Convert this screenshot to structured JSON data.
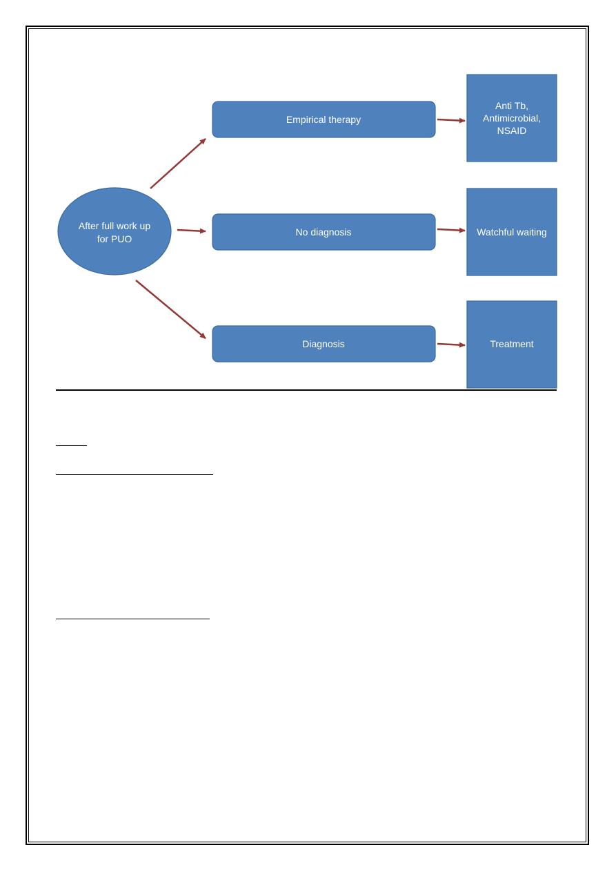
{
  "flowchart": {
    "start": {
      "line1": "After full work up",
      "line2": "for PUO"
    },
    "branches": [
      {
        "step": "Empirical therapy",
        "outcome": [
          "Anti Tb,",
          "Antimicrobial,",
          "NSAID"
        ]
      },
      {
        "step": "No diagnosis",
        "outcome": [
          "Watchful waiting"
        ]
      },
      {
        "step": "Diagnosis",
        "outcome": [
          "Treatment"
        ]
      }
    ],
    "colors": {
      "node_fill": "#4f81bd",
      "node_stroke": "#3a6aa0",
      "arrow": "#953735",
      "text": "#ffffff"
    }
  }
}
